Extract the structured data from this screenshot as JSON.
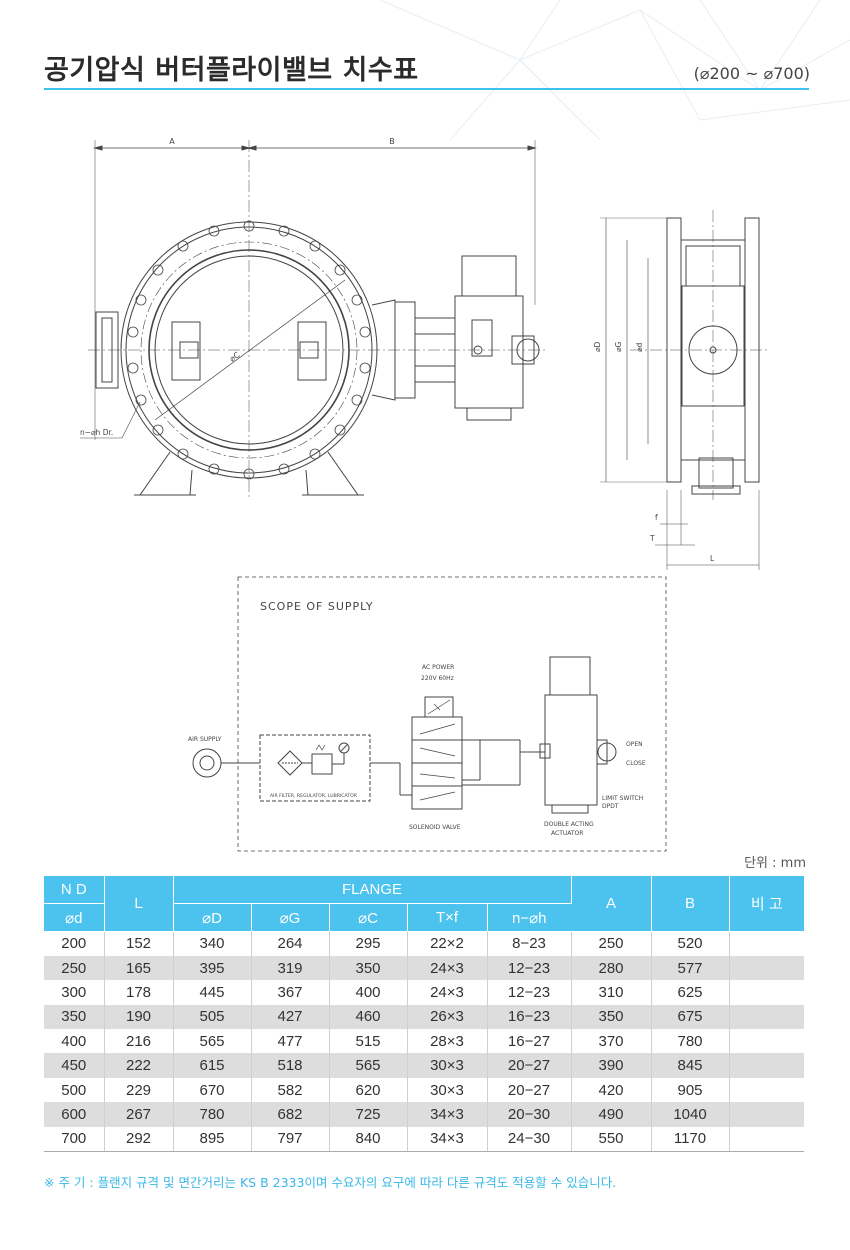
{
  "page": {
    "title": "공기압식 버터플라이밸브 치수표",
    "range": "(⌀200 ~ ⌀700)",
    "unit": "단위 : mm",
    "note": "※ 주 기 : 플랜지 규격 및 면간거리는 KS B 2333이며 수요자의 요구에 따라 다른 규격도 적용할 수 있습니다."
  },
  "colors": {
    "accent": "#4cc3ee",
    "stripe": "#dddddd"
  },
  "drawing": {
    "front_labels": {
      "A": "A",
      "B": "B",
      "dia_C": "⌀C",
      "n_h": "n−⌀h  Dr."
    },
    "side_labels": {
      "D": "⌀D",
      "G": "⌀G",
      "d": "⌀d",
      "f": "f",
      "T": "T",
      "L": "L"
    },
    "scope": {
      "title": "SCOPE OF SUPPLY",
      "air_supply": "AIR SUPPLY",
      "ac_power": "AC POWER",
      "voltage": "220V 60Hz",
      "filter": "AIR FILTER, REGULATOR, LUBRICATOR",
      "solenoid": "SOLENOID VALVE",
      "actuator_1": "DOUBLE ACTING",
      "actuator_2": "ACTUATOR",
      "open": "OPEN",
      "close": "CLOSE",
      "limit_1": "LIMIT SWITCH",
      "limit_2": "DPDT"
    }
  },
  "table": {
    "h_nd": "N D",
    "h_d": "⌀d",
    "h_L": "L",
    "h_flange": "FLANGE",
    "h_D": "⌀D",
    "h_G": "⌀G",
    "h_C": "⌀C",
    "h_Tf": "T×f",
    "h_nh": "n−⌀h",
    "h_A": "A",
    "h_B": "B",
    "h_remark": "비 고",
    "rows": [
      [
        "200",
        "152",
        "340",
        "264",
        "295",
        "22×2",
        "8−23",
        "250",
        "520",
        ""
      ],
      [
        "250",
        "165",
        "395",
        "319",
        "350",
        "24×3",
        "12−23",
        "280",
        "577",
        ""
      ],
      [
        "300",
        "178",
        "445",
        "367",
        "400",
        "24×3",
        "12−23",
        "310",
        "625",
        ""
      ],
      [
        "350",
        "190",
        "505",
        "427",
        "460",
        "26×3",
        "16−23",
        "350",
        "675",
        ""
      ],
      [
        "400",
        "216",
        "565",
        "477",
        "515",
        "28×3",
        "16−27",
        "370",
        "780",
        ""
      ],
      [
        "450",
        "222",
        "615",
        "518",
        "565",
        "30×3",
        "20−27",
        "390",
        "845",
        ""
      ],
      [
        "500",
        "229",
        "670",
        "582",
        "620",
        "30×3",
        "20−27",
        "420",
        "905",
        ""
      ],
      [
        "600",
        "267",
        "780",
        "682",
        "725",
        "34×3",
        "20−30",
        "490",
        "1040",
        ""
      ],
      [
        "700",
        "292",
        "895",
        "797",
        "840",
        "34×3",
        "24−30",
        "550",
        "1170",
        ""
      ]
    ]
  }
}
